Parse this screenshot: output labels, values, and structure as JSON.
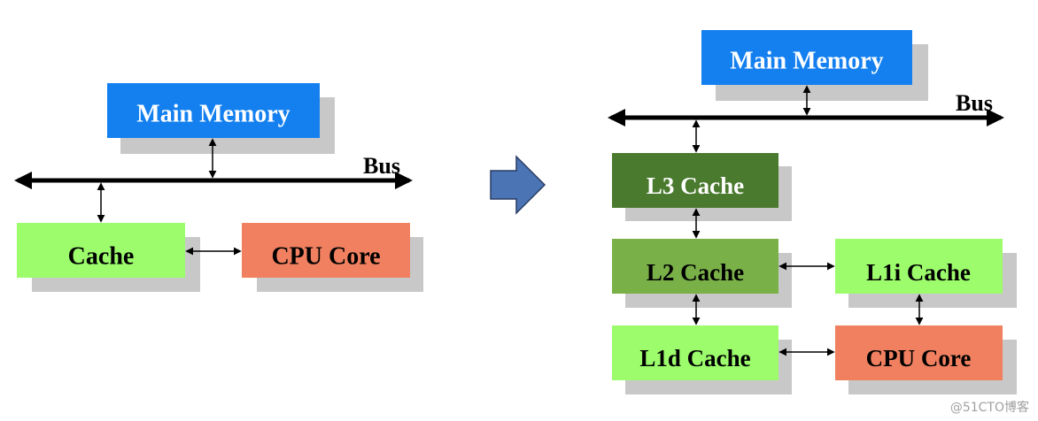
{
  "colors": {
    "memory": "#1480f0",
    "cache_light": "#9cfc6c",
    "cpu": "#f08060",
    "l3": "#4a7a2e",
    "l2": "#7ab048",
    "shadow": "#c8c8c8",
    "arrow": "#4a74b4",
    "line": "#000000"
  },
  "left": {
    "memory_label": "Main Memory",
    "bus_label": "Bus",
    "cache_label": "Cache",
    "cpu_label": "CPU Core"
  },
  "transition_icon": "right-arrow-icon",
  "right": {
    "memory_label": "Main Memory",
    "bus_label": "Bus",
    "l3_label": "L3 Cache",
    "l2_label": "L2 Cache",
    "l1i_label": "L1i Cache",
    "l1d_label": "L1d Cache",
    "cpu_label": "CPU Core"
  },
  "watermark": "@51CTO博客"
}
